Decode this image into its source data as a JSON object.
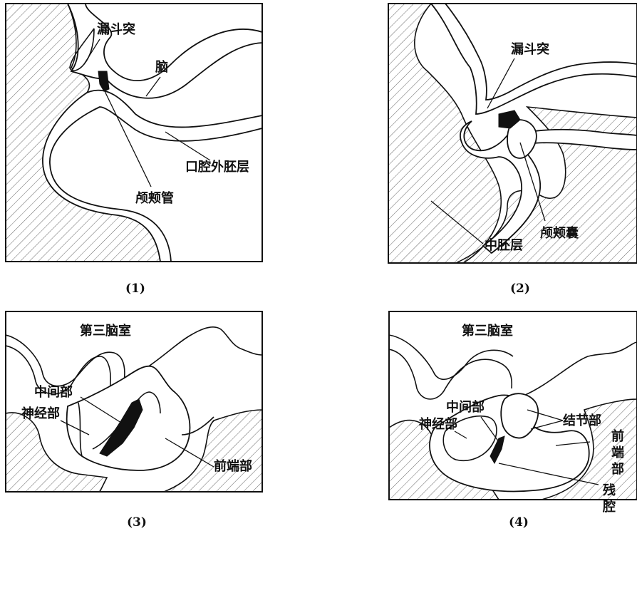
{
  "panels": [
    {
      "caption": "(1)",
      "labels": {
        "infundibulum": "漏斗突",
        "brain": "脑",
        "oral_ectoderm": "口腔外胚层",
        "craniopharyngeal_canal": "颅颊管"
      }
    },
    {
      "caption": "(2)",
      "labels": {
        "infundibulum": "漏斗突",
        "craniopharyngeal_pouch": "颅颊囊",
        "mesoderm": "中胚层"
      }
    },
    {
      "caption": "(3)",
      "labels": {
        "third_ventricle": "第三脑室",
        "pars_intermedia": "中间部",
        "pars_nervosa": "神经部",
        "pars_distalis": "前端部"
      }
    },
    {
      "caption": "(4)",
      "labels": {
        "third_ventricle": "第三脑室",
        "pars_intermedia": "中间部",
        "pars_nervosa": "神经部",
        "pars_tuberalis": "结节部",
        "pars_distalis_1": "前",
        "pars_distalis_2": "端",
        "pars_distalis_3": "部",
        "residual_cavity_1": "残",
        "residual_cavity_2": "腔"
      }
    }
  ]
}
